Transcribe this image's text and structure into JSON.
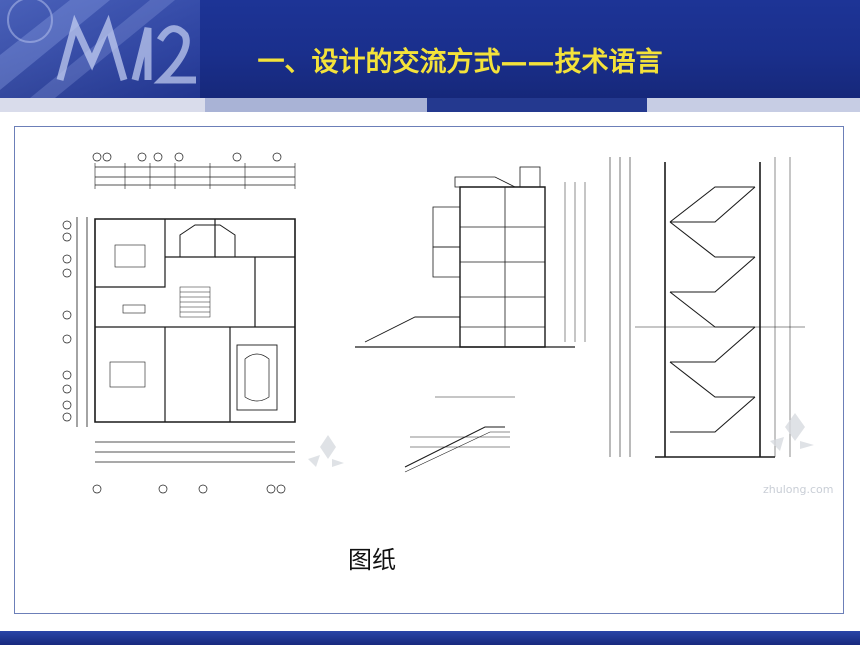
{
  "slide": {
    "title": "一、设计的交流方式——技术语言",
    "caption": "图纸",
    "watermark": "zhulong.com"
  },
  "colors": {
    "header_blue": "#1b3190",
    "title_yellow": "#f4e23a",
    "stripe_dark": "#253a8f",
    "stripe_light": "#c9d0e4",
    "frame_border": "#6c7fb8"
  },
  "icons": {
    "logo": "calendar-number-logo-icon",
    "watermark_emblem": "snowflake-emblem-icon"
  }
}
